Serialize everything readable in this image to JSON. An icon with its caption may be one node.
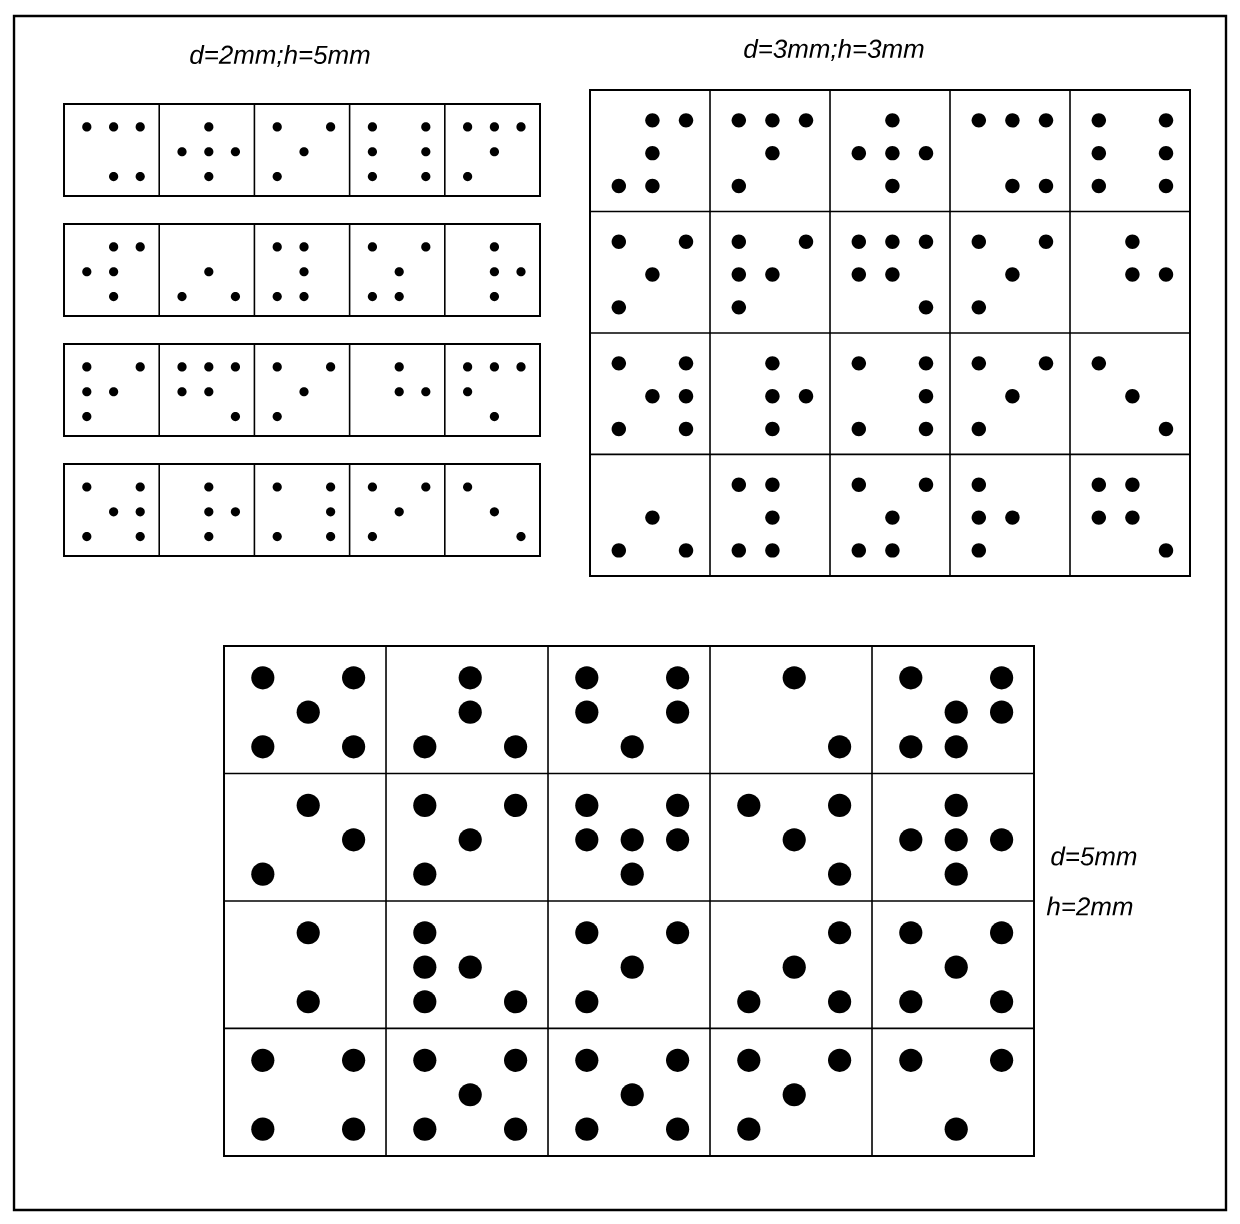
{
  "diagram": {
    "labels": [
      "d=2mm;h=5mm",
      "d=3mm;h=3mm",
      "d=5mm",
      "h=2mm"
    ]
  }
}
